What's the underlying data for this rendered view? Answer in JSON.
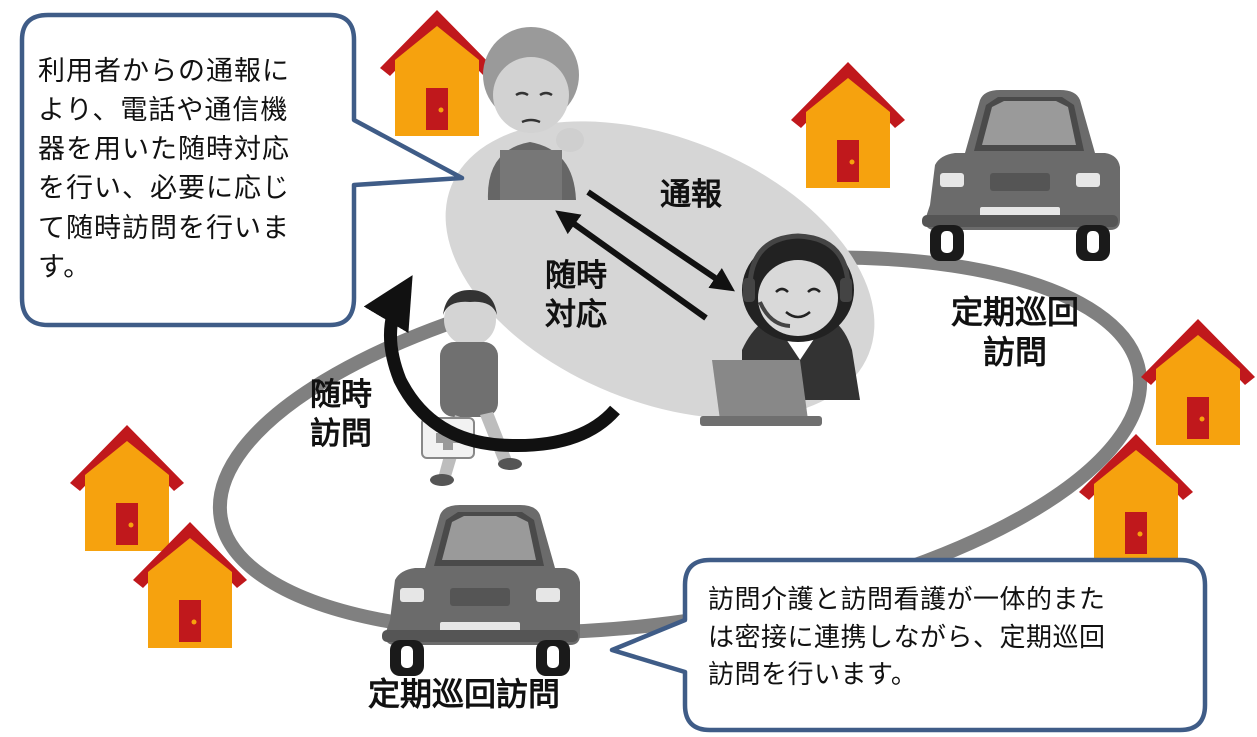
{
  "colors": {
    "house_roof": "#c0181c",
    "house_wall": "#f6a20e",
    "house_door": "#c0181c",
    "loop_track": "#808080",
    "center_ellipse": "#d6d6d6",
    "bubble_border": "#3f5c87",
    "arrow": "#111111"
  },
  "bubble_top_left": {
    "lines": [
      "利用者からの通報に",
      "より、電話や通信機",
      "器を用いた随時対応",
      "を行い、必要に応じ",
      "て随時訪問を行いま",
      "す。"
    ]
  },
  "bubble_bottom_right": {
    "lines": [
      "訪問介護と訪問看護が一体的また",
      "は密接に連携しながら、定期巡回",
      "訪問を行います。"
    ]
  },
  "labels": {
    "report": "通報",
    "on_demand_response": "随時\n 対応",
    "on_demand_visit": "随時\n 訪問",
    "regular_visit_right": "定期巡回\n訪問",
    "regular_visit_bottom": "定期巡回訪問"
  },
  "figures": {
    "elderly": "elderly-person-icon",
    "operator": "operator-with-headset-icon",
    "caregiver": "caregiver-with-medical-bag-icon",
    "car": "car-icon",
    "house": "house-icon"
  }
}
